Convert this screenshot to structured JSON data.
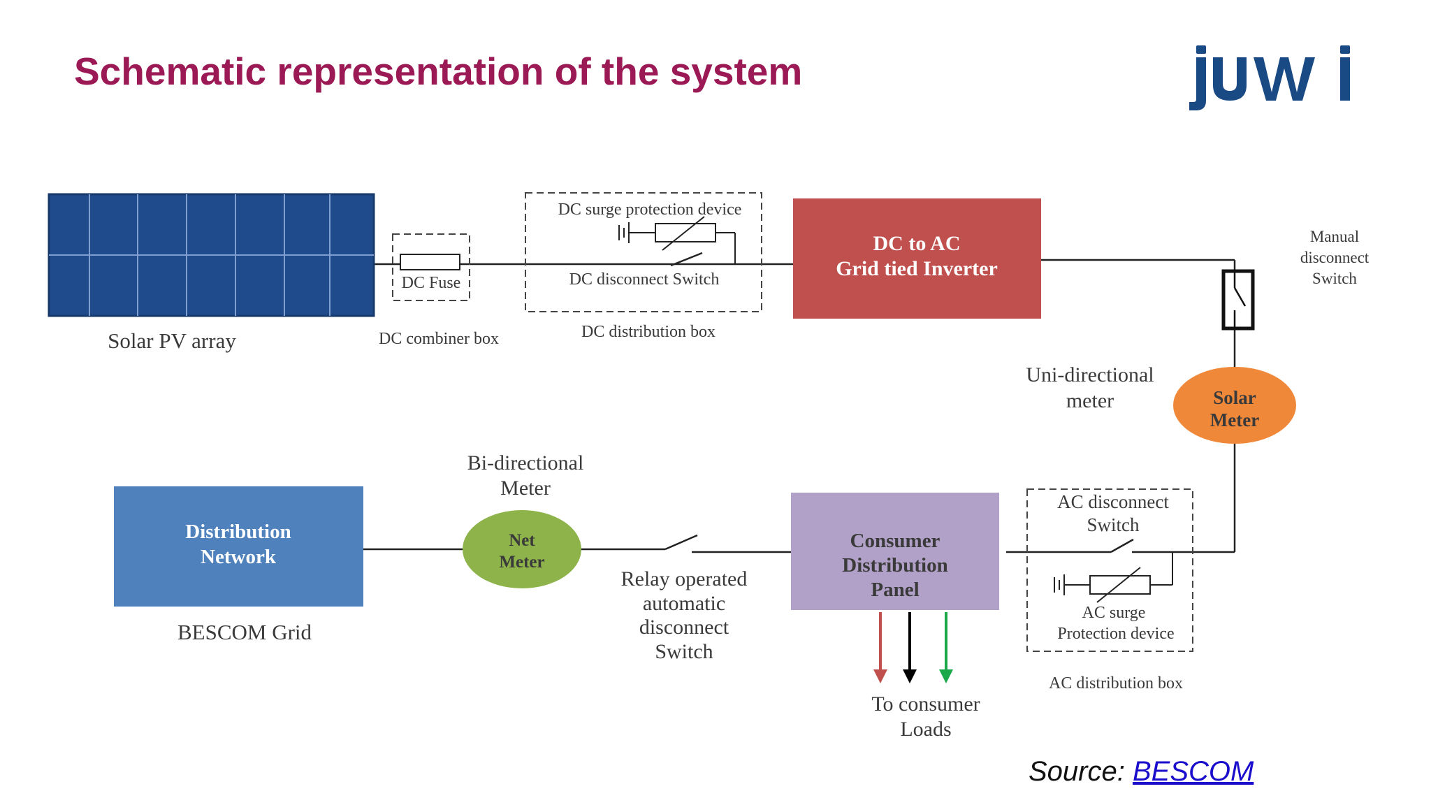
{
  "title": "Schematic representation of the system",
  "logo_text": "juwi",
  "colors": {
    "title": "#9b1a55",
    "logo": "#1a4a84",
    "pv_panel": "#1f4b8c",
    "inverter": "#c0504d",
    "solar_meter": "#f0883a",
    "distribution_network": "#4f81bd",
    "net_meter": "#8db34a",
    "consumer_panel": "#b1a0c7",
    "load_arrows": [
      "#c0504d",
      "#000000",
      "#1aa84a"
    ],
    "source_link": "#1a0dcc"
  },
  "labels": {
    "solar_pv_array": "Solar PV array",
    "dc_fuse": "DC Fuse",
    "dc_combiner_box": "DC combiner box",
    "dc_surge": "DC surge protection device",
    "dc_disconnect": "DC disconnect Switch",
    "dc_distribution_box": "DC distribution box",
    "inverter_line1": "DC to AC",
    "inverter_line2": "Grid tied Inverter",
    "manual_line1": "Manual",
    "manual_line2": "disconnect",
    "manual_line3": "Switch",
    "uni_line1": "Uni-directional",
    "uni_line2": "meter",
    "solar_meter_line1": "Solar",
    "solar_meter_line2": "Meter",
    "bi_line1": "Bi-directional",
    "bi_line2": "Meter",
    "net_meter_line1": "Net",
    "net_meter_line2": "Meter",
    "dist_net_line1": "Distribution",
    "dist_net_line2": "Network",
    "bescom_grid": "BESCOM Grid",
    "relay_line1": "Relay operated",
    "relay_line2": "automatic",
    "relay_line3": "disconnect",
    "relay_line4": "Switch",
    "consumer_line1": "Consumer",
    "consumer_line2": "Distribution",
    "consumer_line3": "Panel",
    "ac_disc_line1": "AC disconnect",
    "ac_disc_line2": "Switch",
    "ac_surge_line1": "AC surge",
    "ac_surge_line2": "Protection device",
    "ac_distribution_box": "AC distribution box",
    "loads_line1": "To consumer",
    "loads_line2": "Loads"
  },
  "source": {
    "prefix": "Source: ",
    "link": "BESCOM"
  }
}
